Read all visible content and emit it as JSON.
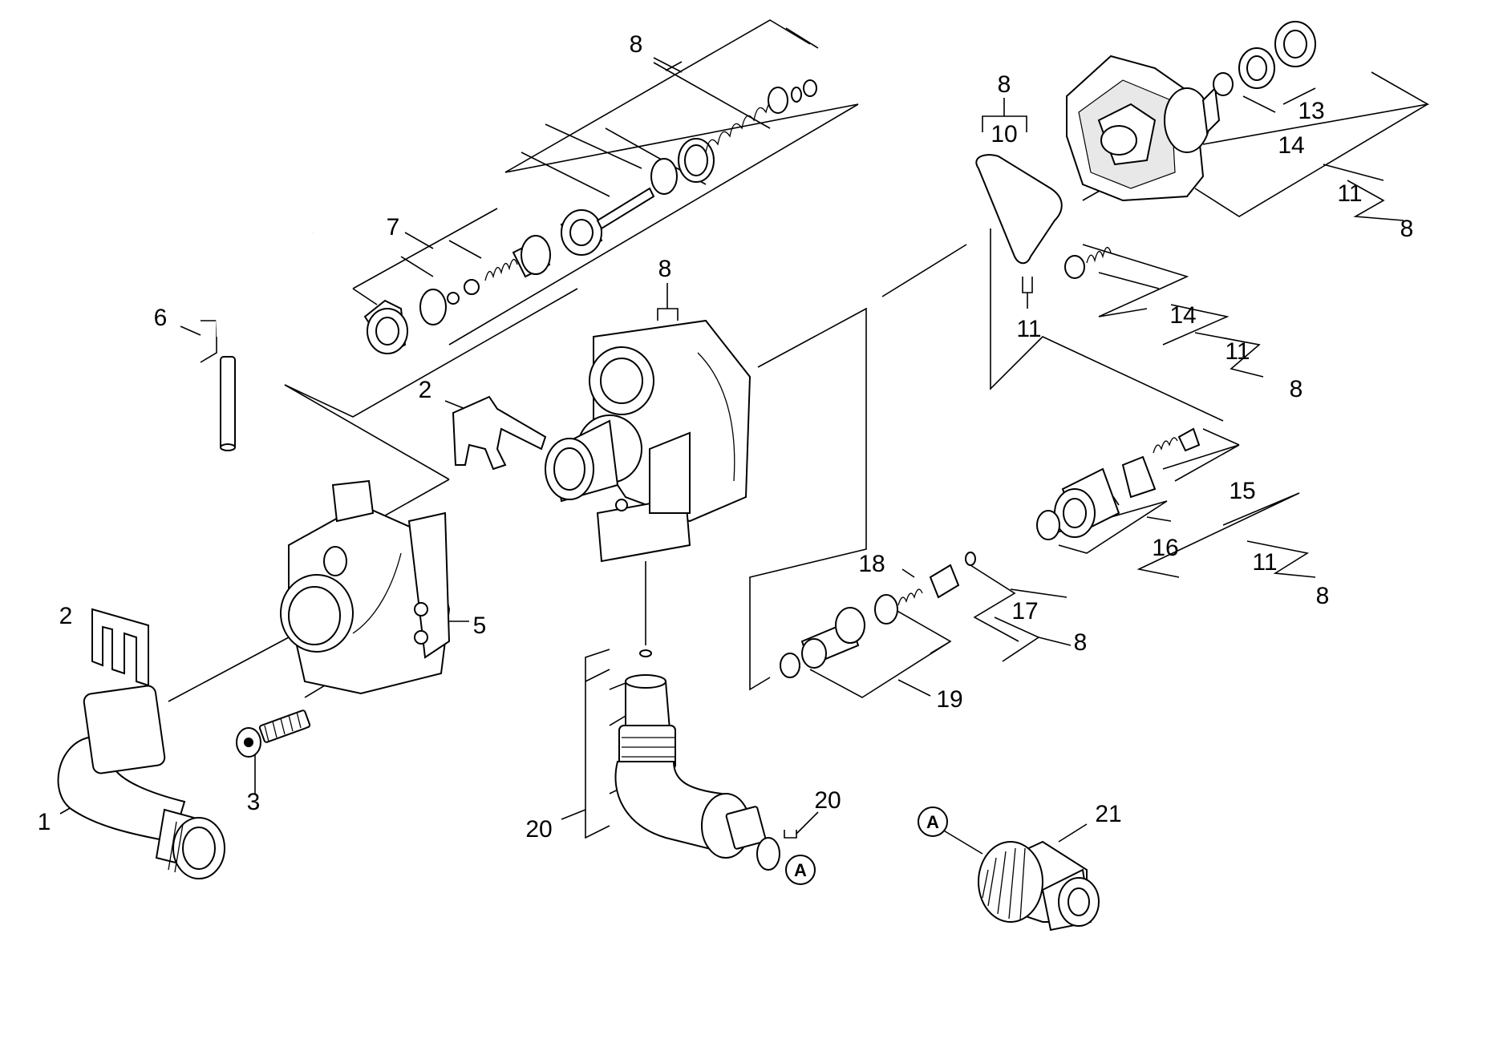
{
  "diagram": {
    "labels": {
      "l1": "1",
      "l2a": "2",
      "l2b": "2",
      "l3": "3",
      "l5": "5",
      "l6": "6",
      "l7": "7",
      "l8_top": "8",
      "l8_center": "8",
      "l8_ring": "8",
      "l8_r1": "8",
      "l8_r2": "8",
      "l8_r3": "8",
      "l8_r4": "8",
      "l10": "10",
      "l11_ring": "11",
      "l11_r1": "11",
      "l11_r2": "11",
      "l11_r3": "11",
      "l13": "13",
      "l14a": "14",
      "l14b": "14",
      "l15": "15",
      "l16": "16",
      "l17": "17",
      "l18": "18",
      "l19": "19",
      "l20a": "20",
      "l20b": "20",
      "l21": "21"
    },
    "markers": {
      "a1": "A",
      "a2": "A"
    }
  }
}
